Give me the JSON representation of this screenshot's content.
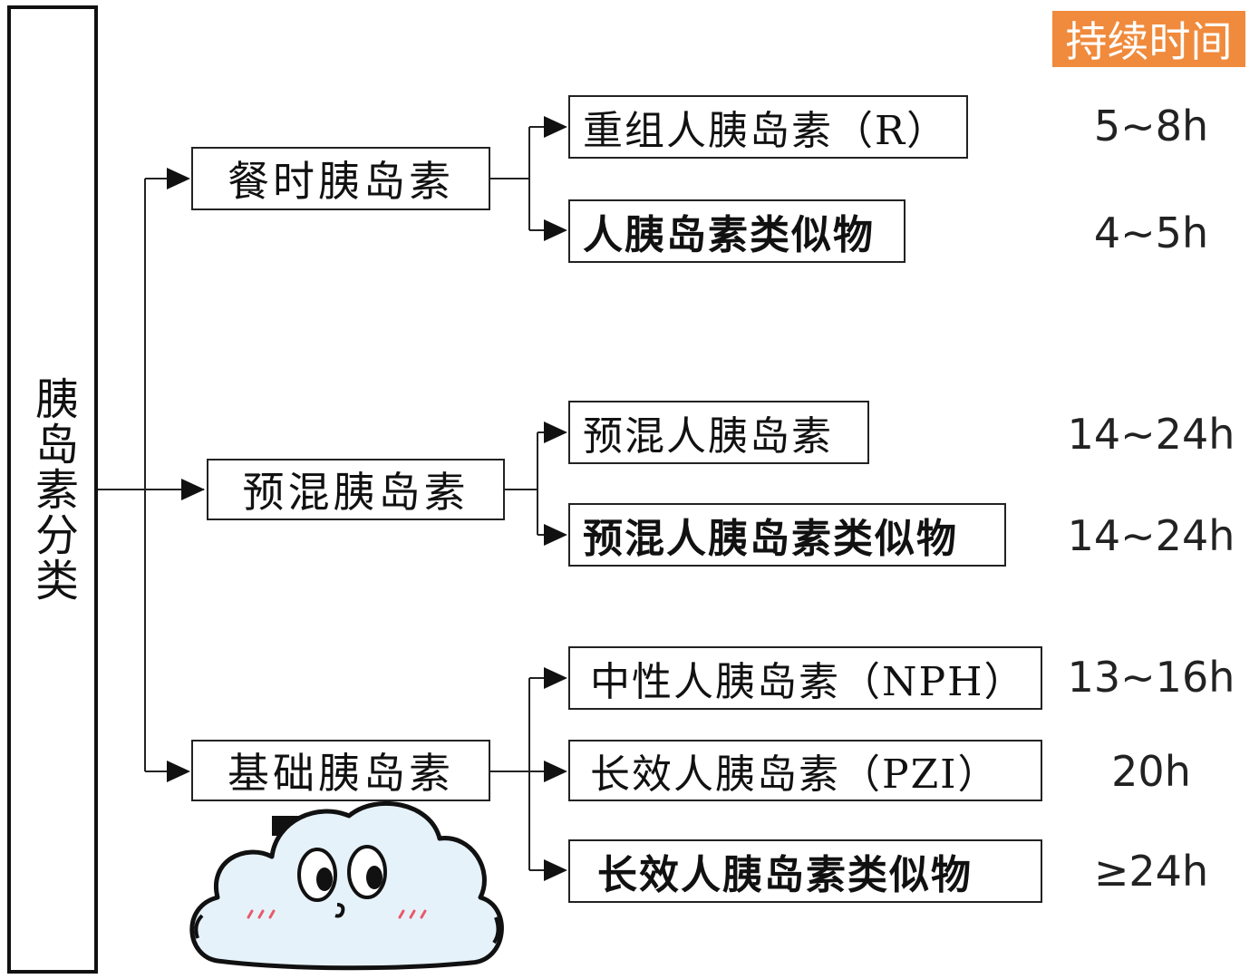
{
  "header": {
    "duration_label": "持续时间",
    "color": "#f08a3c"
  },
  "root": {
    "label": "胰岛素分类"
  },
  "categories": [
    {
      "label": "餐时胰岛素",
      "items": [
        {
          "label": "重组人胰岛素（R）",
          "duration": "5~8h"
        },
        {
          "label": "人胰岛素类似物",
          "duration": "4~5h"
        }
      ]
    },
    {
      "label": "预混胰岛素",
      "items": [
        {
          "label": "预混人胰岛素",
          "duration": "14~24h"
        },
        {
          "label": "预混人胰岛素类似物",
          "duration": "14~24h"
        }
      ]
    },
    {
      "label": "基础胰岛素",
      "items": [
        {
          "label": "中性人胰岛素（NPH）",
          "duration": "13~16h"
        },
        {
          "label": "长效人胰岛素（PZI）",
          "duration": "20h"
        },
        {
          "label": "长效人胰岛素类似物",
          "duration": "≥24h"
        }
      ]
    }
  ],
  "mascot": {
    "icon": "cloud-mascot-icon",
    "blush_color": "#e85a6a"
  }
}
